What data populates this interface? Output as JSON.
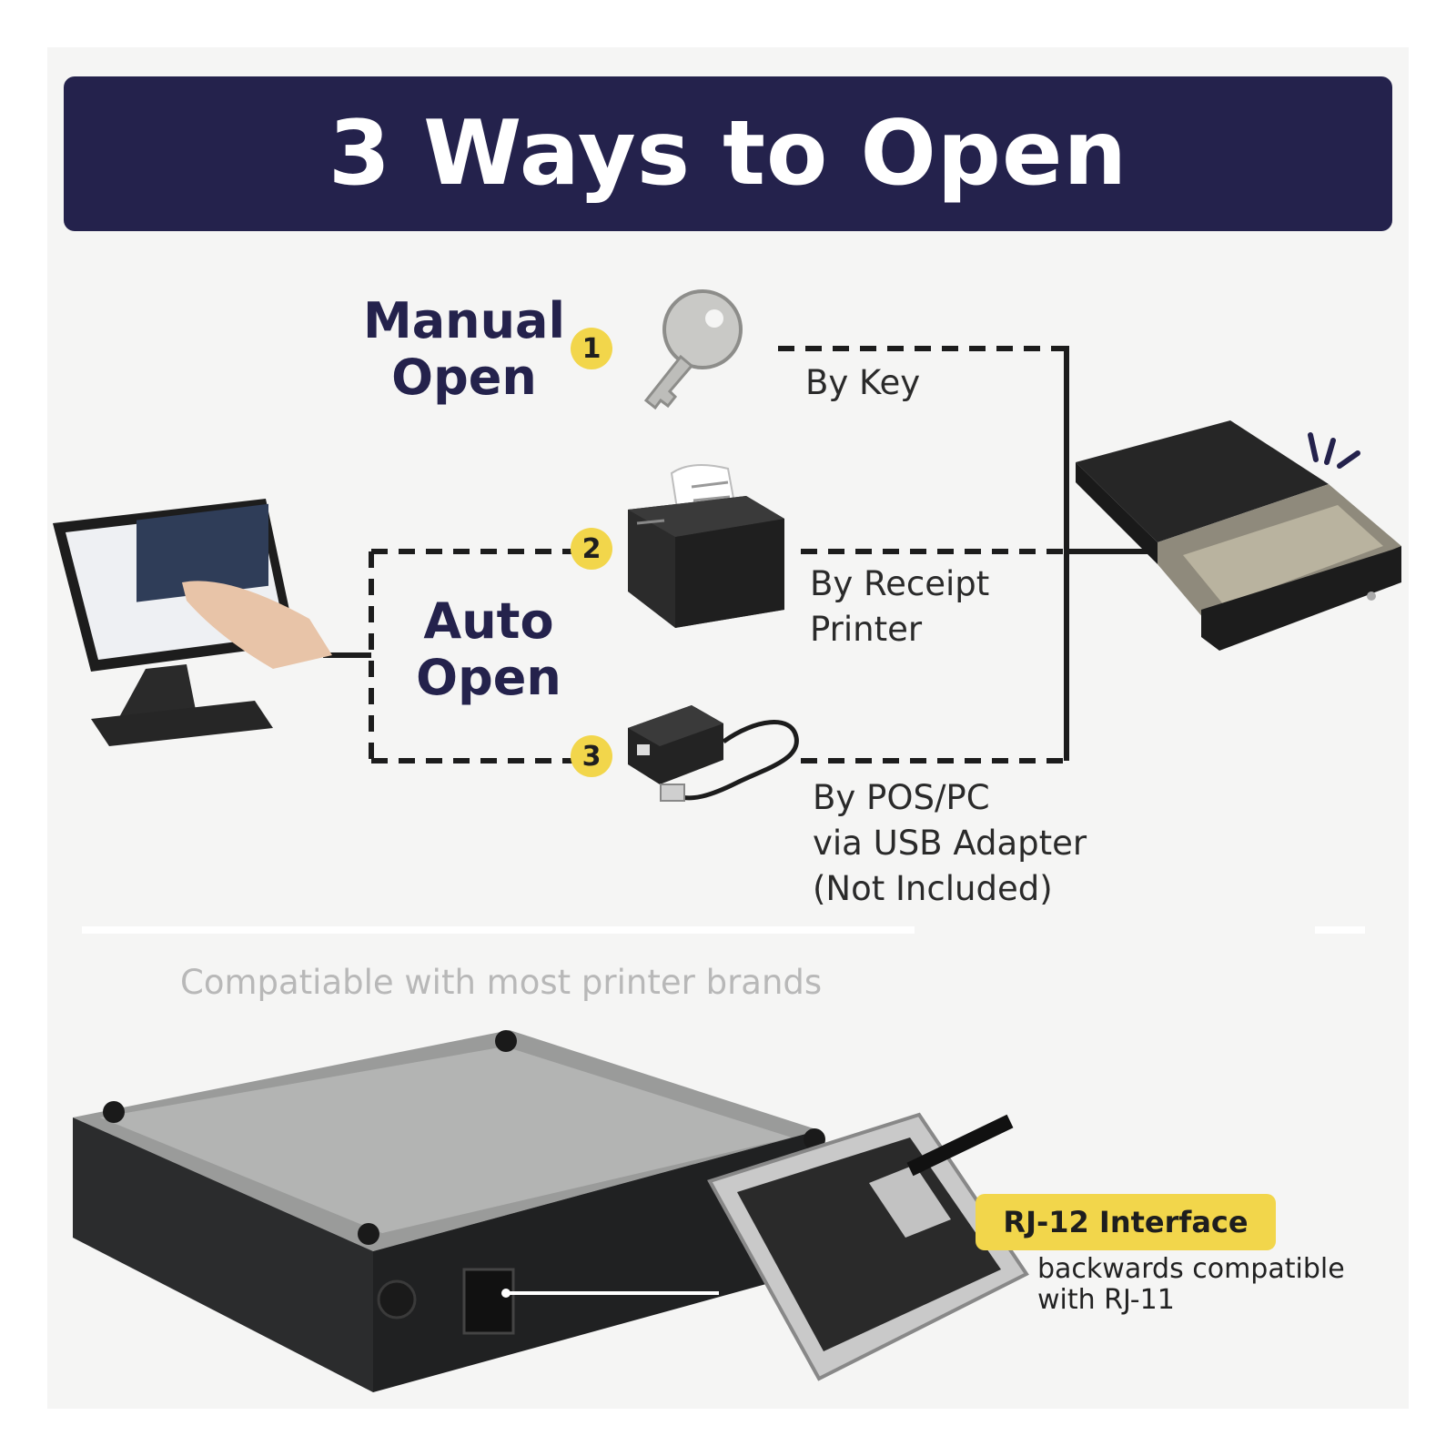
{
  "title": "3 Ways to Open",
  "headings": {
    "manual": [
      "Manual",
      "Open"
    ],
    "auto": [
      "Auto",
      "Open"
    ]
  },
  "steps": [
    {
      "number": "1",
      "label_lines": [
        "By Key"
      ]
    },
    {
      "number": "2",
      "label_lines": [
        "By Receipt",
        "Printer"
      ]
    },
    {
      "number": "3",
      "label_lines": [
        "By POS/PC",
        "via USB Adapter",
        "(Not Included)"
      ]
    }
  ],
  "compatibility_note": "Compatiable with most printer brands",
  "interface": {
    "name": "RJ-12 Interface",
    "note_lines": [
      "backwards compatible",
      "with RJ-11"
    ]
  },
  "colors": {
    "banner": "#24224c",
    "badge": "#f2d64b",
    "panel": "#f5f5f4"
  },
  "icons": [
    "key-icon",
    "receipt-printer-icon",
    "usb-adapter-icon",
    "pos-terminal-icon",
    "cash-drawer-icon",
    "rj12-port-icon"
  ]
}
